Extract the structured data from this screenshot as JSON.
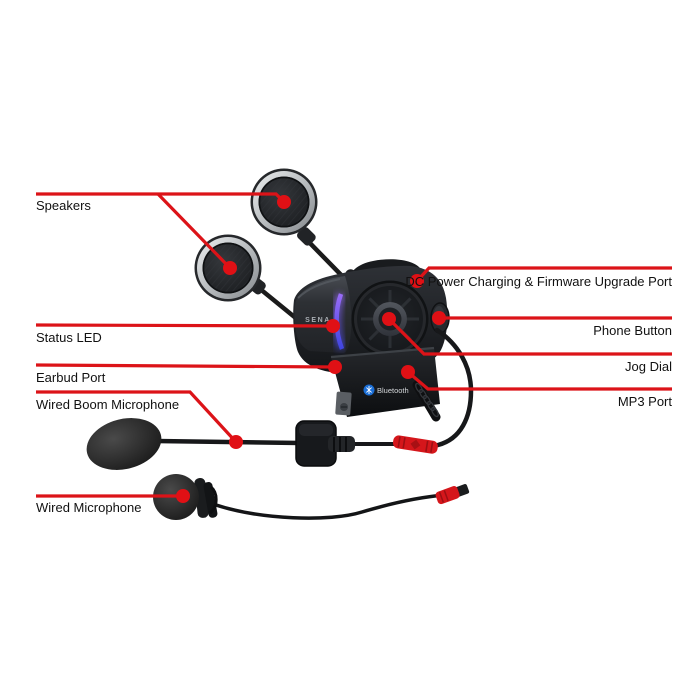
{
  "labels": {
    "left": [
      "Speakers",
      "Status LED",
      "Earbud Port",
      "Wired Boom Microphone",
      "Wired Microphone"
    ],
    "right": [
      "DC Power Charging & Firmware Upgrade Port",
      "Phone Button",
      "Jog Dial",
      "MP3 Port"
    ]
  },
  "device": {
    "brand": "SENA",
    "bluetooth_label": "Bluetooth"
  },
  "colors": {
    "accent_red": "#dc1318",
    "led_blue": "#6a5ae8",
    "bluetooth_blue": "#1a6ed6",
    "body_dark": "#17191c",
    "speaker_ring_silver": "#c9cccf"
  }
}
